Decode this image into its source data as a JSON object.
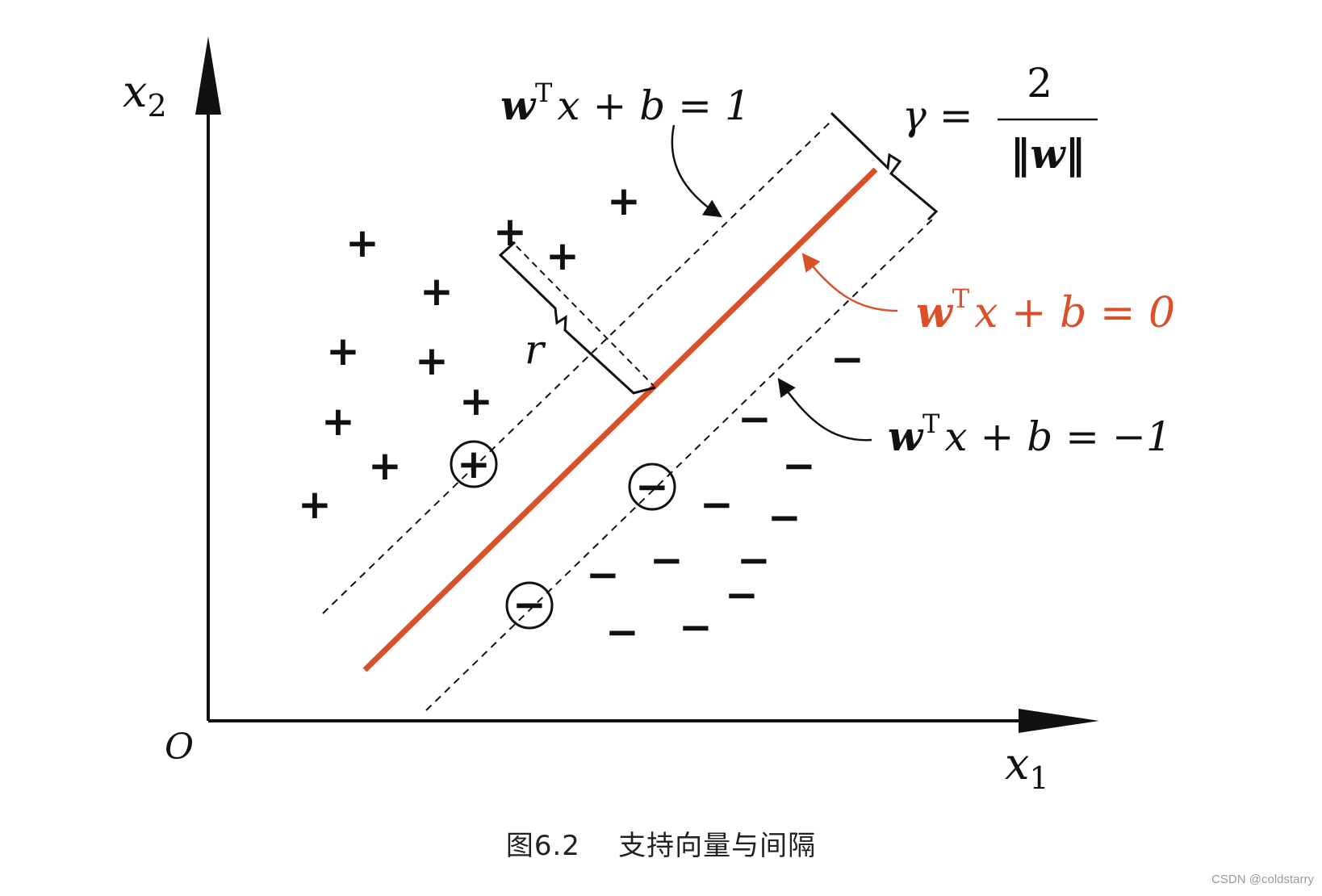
{
  "axes": {
    "x_label": "x",
    "x_sub": "1",
    "y_label": "x",
    "y_sub": "2",
    "origin": "O"
  },
  "labels": {
    "upper_margin": {
      "w": "w",
      "sup": "T",
      "rest": "x + b = 1"
    },
    "hyperplane": {
      "w": "w",
      "sup": "T",
      "rest": "x + b = 0"
    },
    "lower_margin": {
      "w": "w",
      "sup": "T",
      "rest": "x + b = −1"
    },
    "gamma": "γ =",
    "gamma_num": "2",
    "gamma_den": "‖w‖",
    "r": "r"
  },
  "symbols": {
    "plus": "+",
    "minus": "−"
  },
  "caption": {
    "number": "图6.2",
    "title": "支持向量与间隔"
  },
  "watermark": "CSDN @coldstarry",
  "colors": {
    "hyperplane": "#d9502a",
    "ink": "#111111"
  }
}
